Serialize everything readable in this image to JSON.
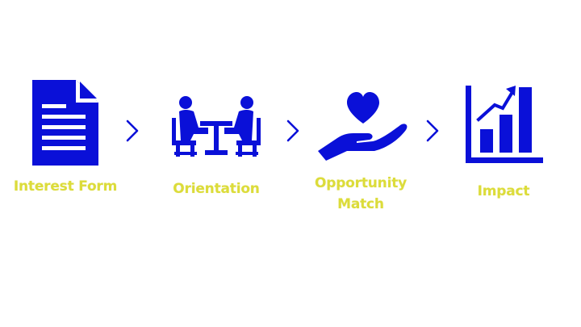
{
  "colors": {
    "icon": "#0A10D8",
    "label": "#DCDC3A",
    "background": "#FFFFFF"
  },
  "steps": [
    {
      "icon": "document-icon",
      "label": "Interest Form"
    },
    {
      "icon": "meeting-icon",
      "label": "Orientation"
    },
    {
      "icon": "heart-in-hand-icon",
      "label_line1": "Opportunity",
      "label_line2": "Match"
    },
    {
      "icon": "growth-chart-icon",
      "label": "Impact"
    }
  ],
  "connectors": [
    "chevron-right-icon",
    "chevron-right-icon",
    "chevron-right-icon"
  ]
}
